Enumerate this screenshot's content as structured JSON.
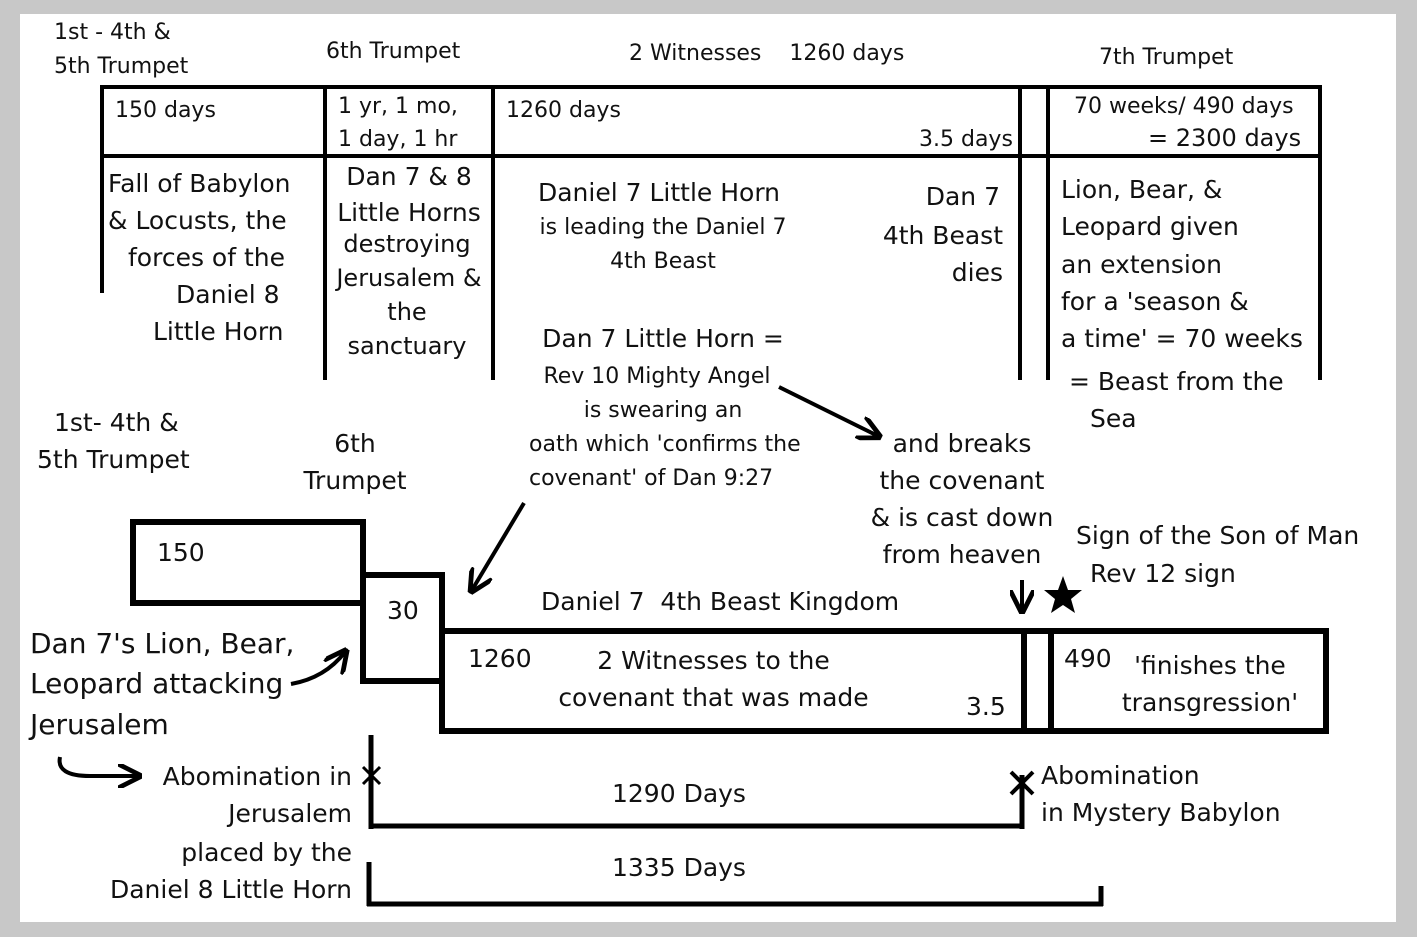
{
  "top": {
    "headers": {
      "col1": [
        "1st - 4th &",
        "5th Trumpet"
      ],
      "col2": "6th Trumpet",
      "col3": "2 Witnesses    1260 days",
      "col4": "7th Trumpet"
    },
    "durations": {
      "col1": "150 days",
      "col2": [
        "1 yr, 1 mo,",
        "1 day, 1 hr"
      ],
      "col3": "1260 days",
      "col3b": "3.5 days",
      "col4": [
        "70 weeks/ 490 days",
        "= 2300 days"
      ]
    },
    "descriptions": {
      "col1": [
        "Fall of Babylon",
        "& Locusts, the",
        "forces of the",
        "Daniel 8",
        "Little Horn"
      ],
      "col2": [
        "Dan 7 & 8",
        "Little Horns",
        "destroying",
        "Jerusalem &",
        "the",
        "sanctuary"
      ],
      "col3": [
        "Daniel 7 Little Horn",
        "is leading the Daniel 7",
        "4th Beast"
      ],
      "col3b": [
        "Dan 7",
        "4th Beast",
        "dies"
      ],
      "col4": [
        "Lion, Bear, &",
        "Leopard given",
        "an extension",
        "for a 'season &",
        "a time' = 70 weeks",
        "= Beast from the",
        "Sea"
      ]
    }
  },
  "middle": {
    "little_horn_note": [
      "Dan 7 Little Horn =",
      "Rev 10 Mighty Angel",
      "is swearing an",
      "oath which 'confirms the",
      "covenant' of Dan 9:27"
    ],
    "breaks_note": [
      "and breaks",
      "the covenant",
      "& is cast down",
      "from heaven"
    ],
    "sign_note": [
      "Sign of the Son of Man",
      "Rev 12 sign"
    ],
    "trumpet_label_1": [
      "1st- 4th &",
      "5th Trumpet"
    ],
    "trumpet_label_6": [
      "6th",
      "Trumpet"
    ],
    "kingdom_label": "Daniel 7  4th Beast Kingdom"
  },
  "timeline": {
    "box_150": "150",
    "box_30": "30",
    "box_1260": "1260",
    "box_1260_text": [
      "2 Witnesses to the",
      "covenant that was made"
    ],
    "box_3_5": "3.5",
    "box_490": "490",
    "box_490_text": [
      "'finishes the",
      "transgression'"
    ],
    "attack_note": [
      "Dan 7's Lion, Bear,",
      "Leopard attacking",
      "Jerusalem"
    ],
    "abomination_jerusalem": [
      "Abomination in",
      "Jerusalem",
      "placed by the",
      "Daniel 8 Little Horn"
    ],
    "abomination_babylon": [
      "Abomination",
      "in Mystery Babylon"
    ],
    "days_1290": "1290 Days",
    "days_1335": "1335 Days"
  },
  "colors": {
    "background": "#c8c8c8",
    "canvas": "#ffffff",
    "ink": "#000000"
  }
}
